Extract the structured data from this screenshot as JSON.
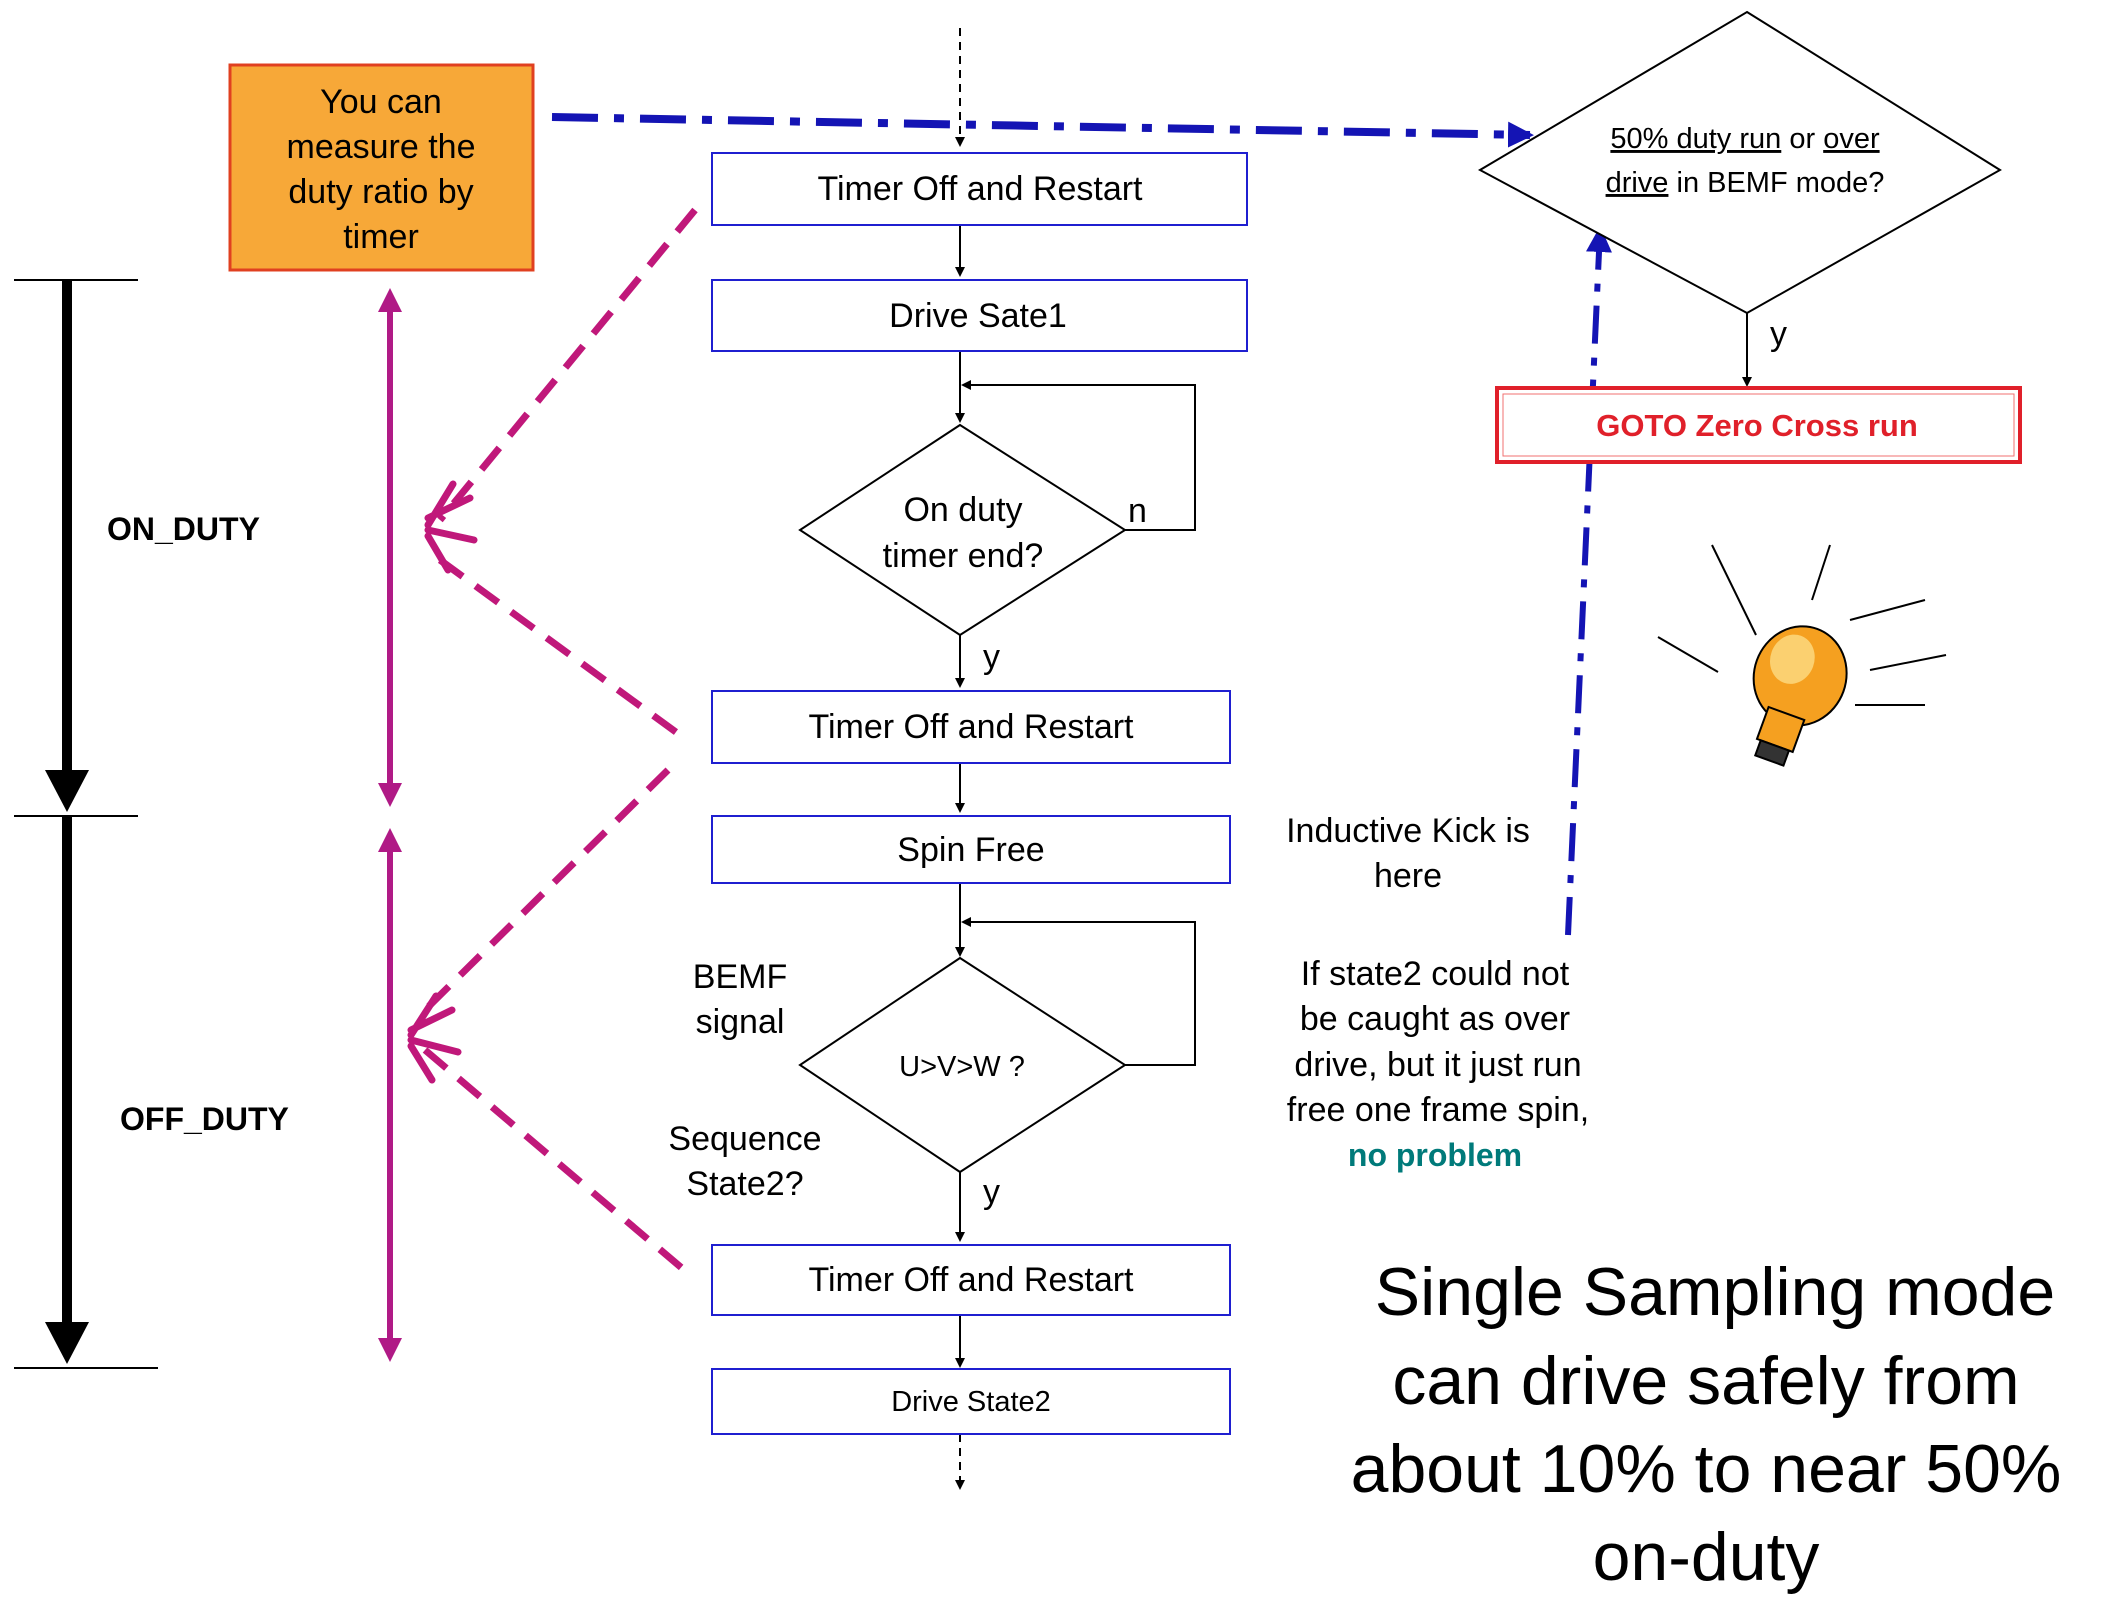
{
  "colors": {
    "box_border": "#1f1fd0",
    "dashed_magenta": "#c0187a",
    "double_arrow": "#b01a86",
    "blue_dashdot": "#1414b4",
    "orange_fill": "#f7a838",
    "orange_border": "#e04020",
    "goto_red": "#e0202a",
    "teal": "#007a7a",
    "bulb_yellow": "#f5a020"
  },
  "icons": [
    "lightbulb-icon"
  ],
  "notes": {
    "measure": [
      "You can",
      "measure the",
      "duty ratio by",
      "timer"
    ],
    "inductive_kick": [
      "Inductive Kick is",
      "here"
    ],
    "state2_note": [
      "If state2 could not",
      "be caught as over",
      "drive,  but it just run",
      "free one frame spin,"
    ],
    "no_problem": "no problem",
    "bemf_signal": [
      "BEMF",
      "signal"
    ],
    "sequence_state2": [
      "Sequence",
      "State2?"
    ]
  },
  "labels": {
    "on_duty": "ON_DUTY",
    "off_duty": "OFF_DUTY"
  },
  "flow": {
    "timer_restart_1": "Timer Off and Restart",
    "drive_state1": "Drive Sate1",
    "on_duty_q": [
      "On duty",
      "timer end?"
    ],
    "n_label": "n",
    "y_label_1": "y",
    "timer_restart_2": "Timer Off and Restart",
    "spin_free": "Spin Free",
    "uvw_q": "U>V>W ?",
    "y_label_2": "y",
    "timer_restart_3": "Timer Off and Restart",
    "drive_state2": "Drive State2"
  },
  "decision_top": {
    "line1_part1": "50% duty run",
    "line1_part2": " or ",
    "line1_part3": "over",
    "line2_part1": "drive",
    "line2_part2": " in BEMF  mode?",
    "y_label": "y",
    "goto": "GOTO Zero Cross run"
  },
  "headline": [
    "Single Sampling mode",
    "can drive safely from",
    "about 10% to near 50%",
    "on-duty"
  ]
}
